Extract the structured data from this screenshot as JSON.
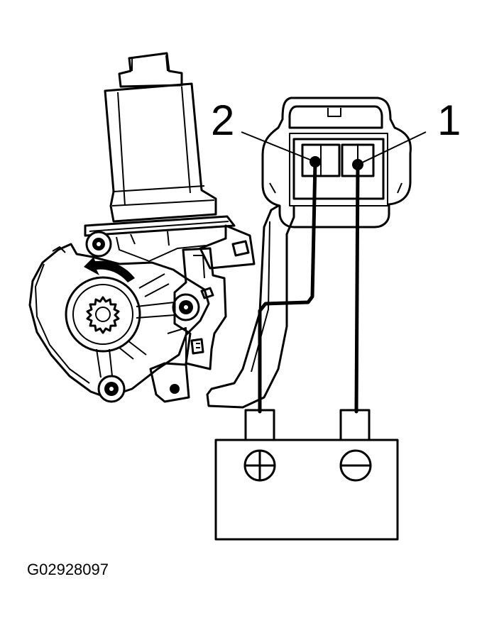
{
  "labels": {
    "pin_2": "2",
    "pin_1": "1",
    "figure_code": "G02928097"
  },
  "battery": {
    "left_terminal_icon": "plus-icon",
    "right_terminal_icon": "minus-icon"
  },
  "motor": {
    "rotation_arrow_icon": "counterclockwise-arrow-icon"
  },
  "colors": {
    "ink": "#000000",
    "background": "#ffffff"
  }
}
